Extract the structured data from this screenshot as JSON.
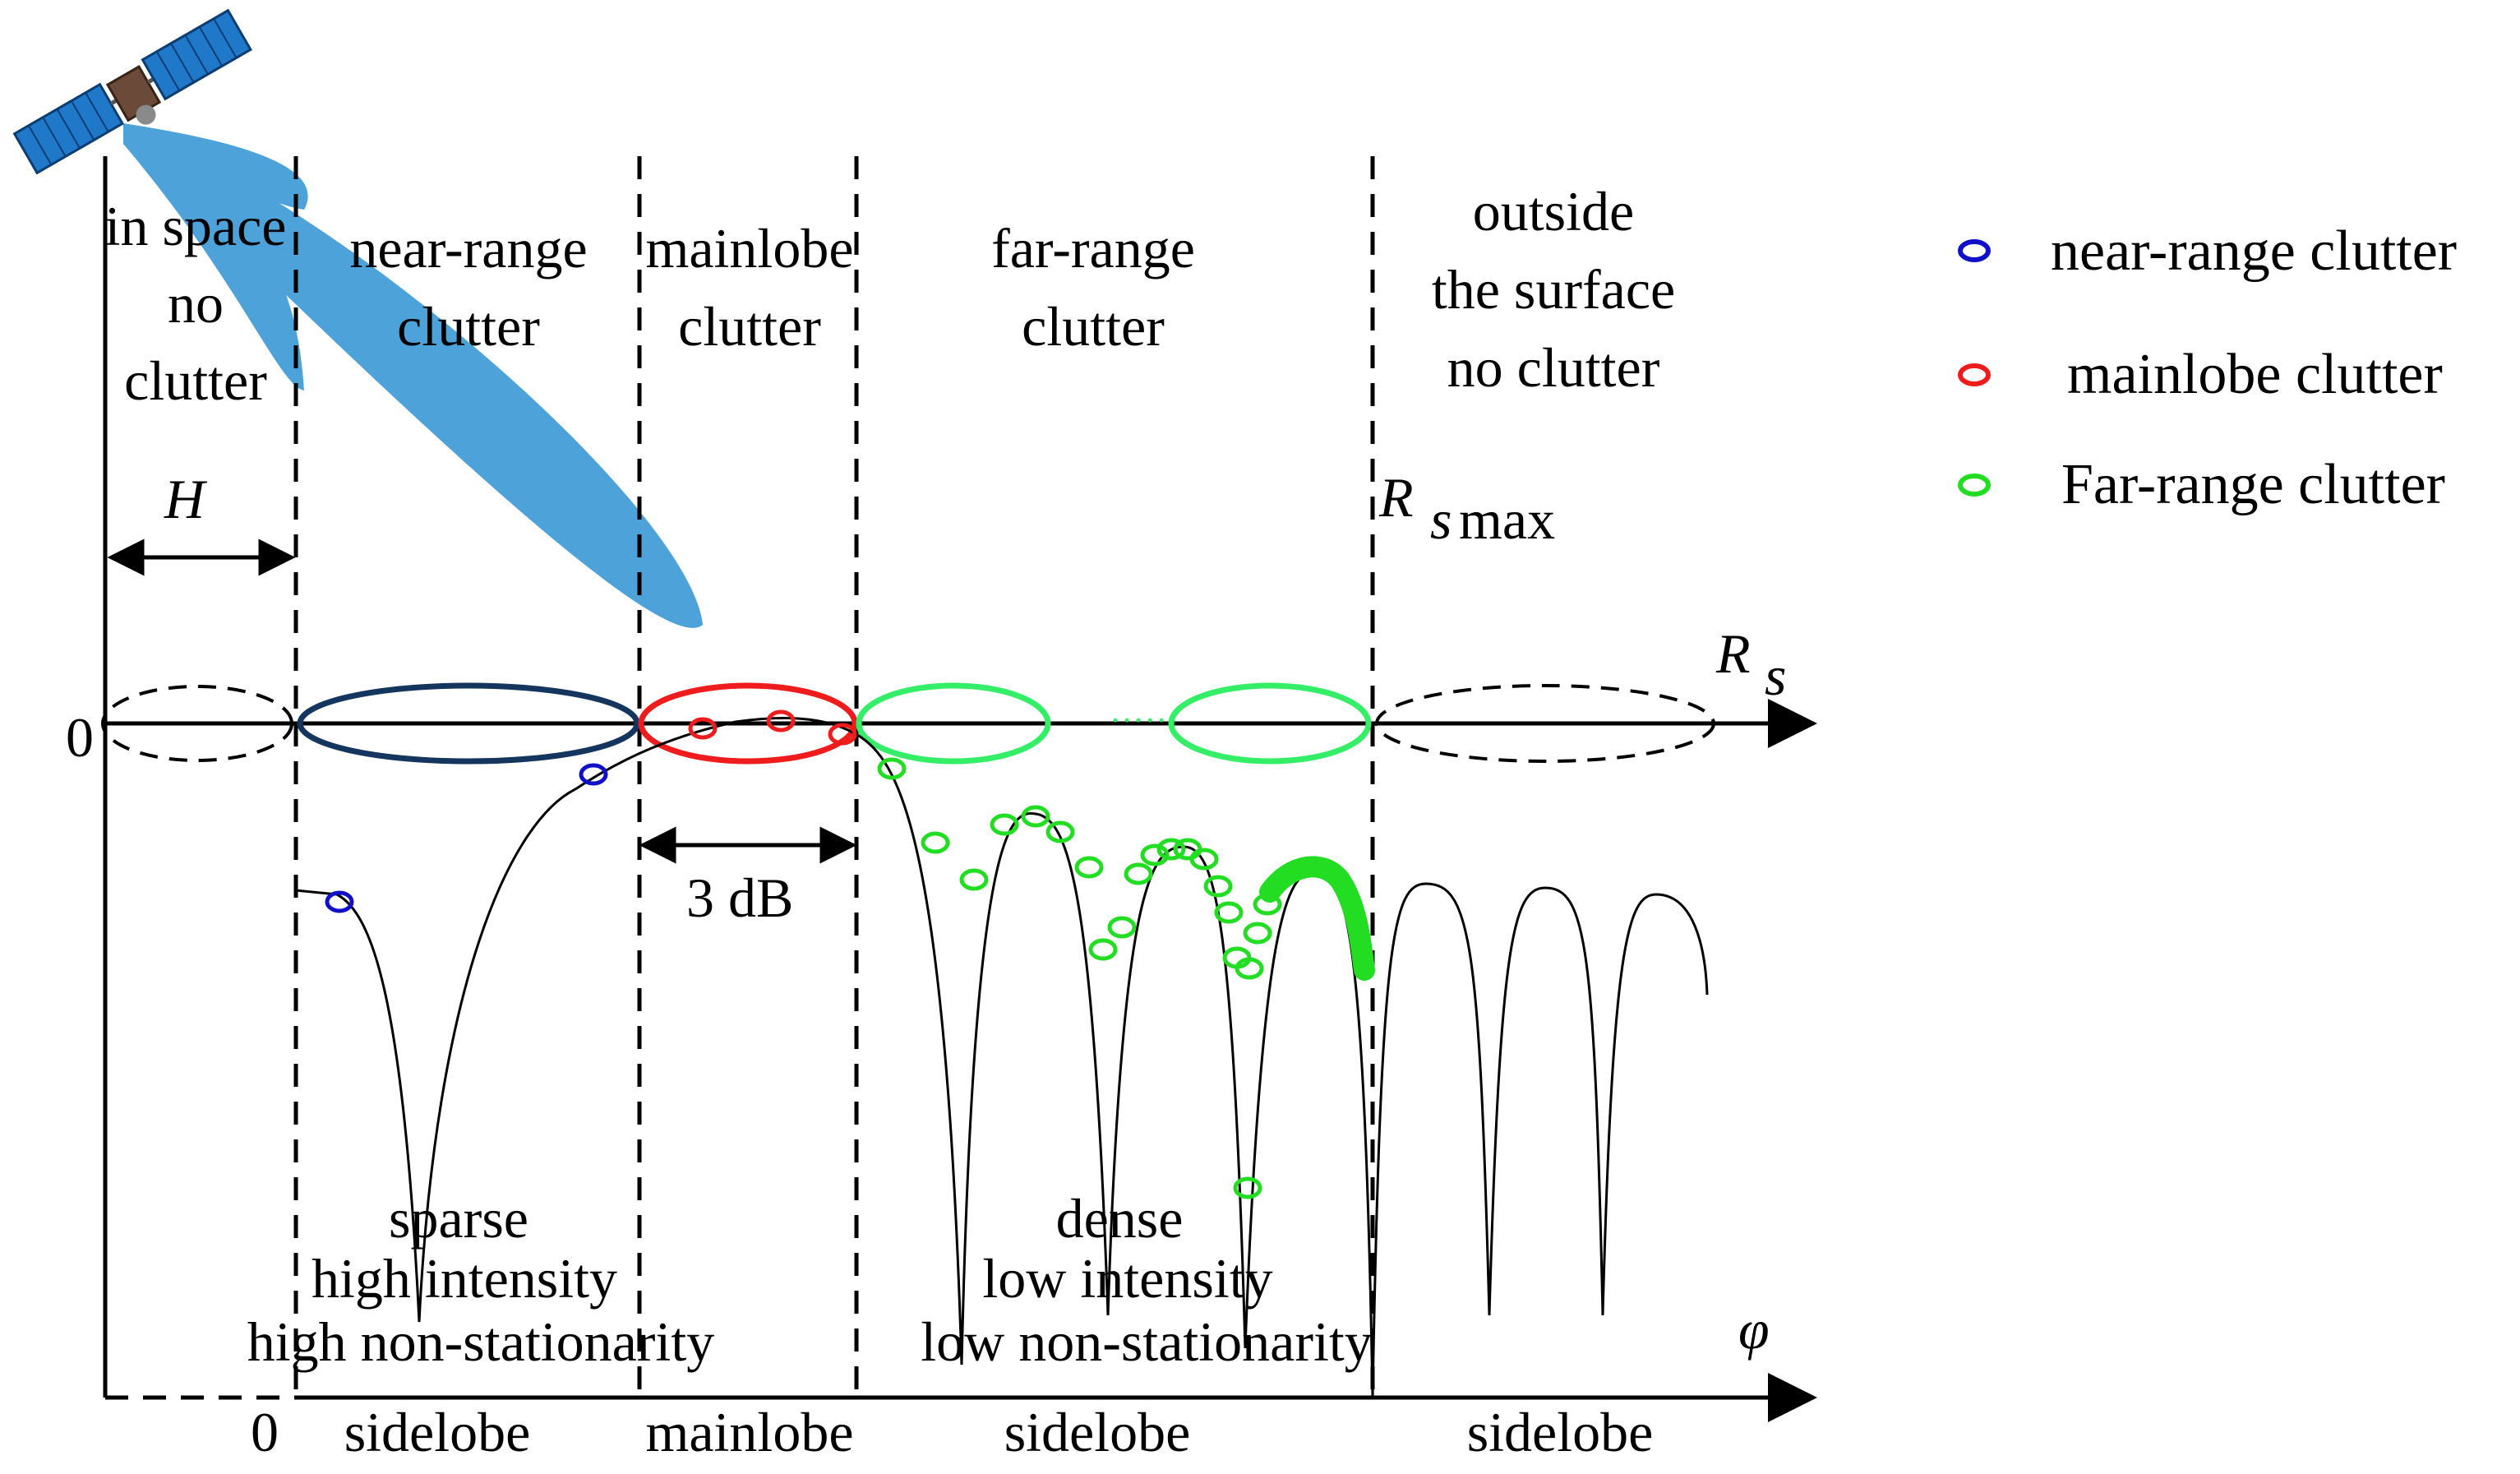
{
  "colors": {
    "near_range": "#1010c8",
    "mainlobe": "#ee1c1c",
    "far_range": "#22dd22",
    "far_range_ellipse": "#33ee66",
    "near_range_ellipse": "#14365e",
    "beam": "#4da3d9",
    "satellite_panel": "#1f78c8",
    "satellite_body": "#6b4a3a"
  },
  "icons": {
    "satellite": "satellite-icon",
    "beam": "antenna-beam-icon"
  },
  "top_labels": {
    "in_space": [
      "in space",
      "no",
      "clutter"
    ],
    "near_range": [
      "near-range",
      "clutter"
    ],
    "mainlobe": [
      "mainlobe",
      "clutter"
    ],
    "far_range": [
      "far-range",
      "clutter"
    ],
    "outside": [
      "outside",
      "the surface",
      "no clutter"
    ]
  },
  "height_symbol": "H",
  "rs_max": {
    "main": "R",
    "sub": "s",
    "suffix": "max"
  },
  "rs_axis": {
    "main": "R",
    "sub": "s"
  },
  "zero_top": "0",
  "zero_bottom": "0",
  "dots": "......",
  "three_db": "3 dB",
  "phi_symbol": "φ",
  "bottom_left_text": [
    "sparse",
    "high intensity",
    "high non-stationarity"
  ],
  "bottom_right_text": [
    "dense",
    "low intensity",
    "low non-stationarity"
  ],
  "axis_labels": [
    "sidelobe",
    "mainlobe",
    "sidelobe",
    "sidelobe"
  ],
  "legend": [
    {
      "label": "near-range clutter",
      "color": "#1010c8"
    },
    {
      "label": "mainlobe clutter",
      "color": "#ee1c1c"
    },
    {
      "label": "Far-range clutter",
      "color": "#22dd22"
    }
  ]
}
